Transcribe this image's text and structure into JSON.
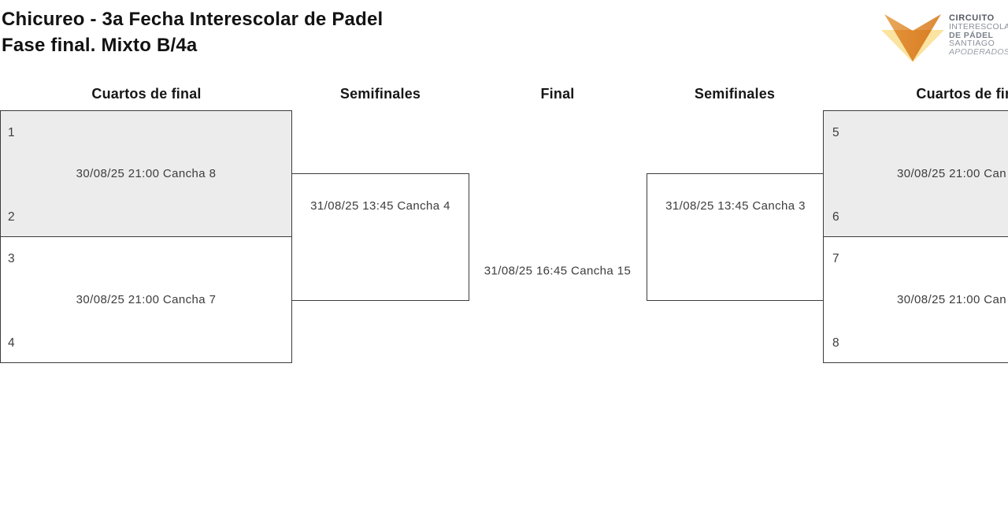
{
  "header": {
    "title_line1": "Chicureo - 3a Fecha Interescolar de Padel",
    "title_line2": "Fase final. Mixto B/4a"
  },
  "logo": {
    "icon": "fox-triangles-logo",
    "line1": "CIRCUITO",
    "line2": "INTERESCOLAR",
    "line3": "DE PÁDEL",
    "line4": "SANTIAGO",
    "line5": "APODERADOS",
    "colors": {
      "orange": "#DE8F3C",
      "light_orange": "#E9A85C",
      "pale_yellow": "#FBE3A0"
    }
  },
  "bracket": {
    "round_headers": [
      "Cuartos de final",
      "Semifinales",
      "Final",
      "Semifinales",
      "Cuartos de final"
    ],
    "matches": {
      "qf_left_top": {
        "seed_top": "1",
        "seed_bottom": "2",
        "schedule": "30/08/25 21:00 Cancha 8"
      },
      "qf_left_bottom": {
        "seed_top": "3",
        "seed_bottom": "4",
        "schedule": "30/08/25 21:00 Cancha 7"
      },
      "sf_left": {
        "schedule": "31/08/25 13:45 Cancha 4"
      },
      "final": {
        "schedule": "31/08/25 16:45 Cancha 15"
      },
      "sf_right": {
        "schedule": "31/08/25 13:45 Cancha 3"
      },
      "qf_right_top": {
        "seed_top": "5",
        "seed_bottom": "6",
        "schedule": "30/08/25 21:00 Can"
      },
      "qf_right_bottom": {
        "seed_top": "7",
        "seed_bottom": "8",
        "schedule": "30/08/25 21:00 Can"
      }
    }
  },
  "colors": {
    "box_fill_shaded": "#ECECEC",
    "box_border": "#3C3C3C",
    "title_text": "#121212",
    "match_text": "#3D3D3D"
  }
}
